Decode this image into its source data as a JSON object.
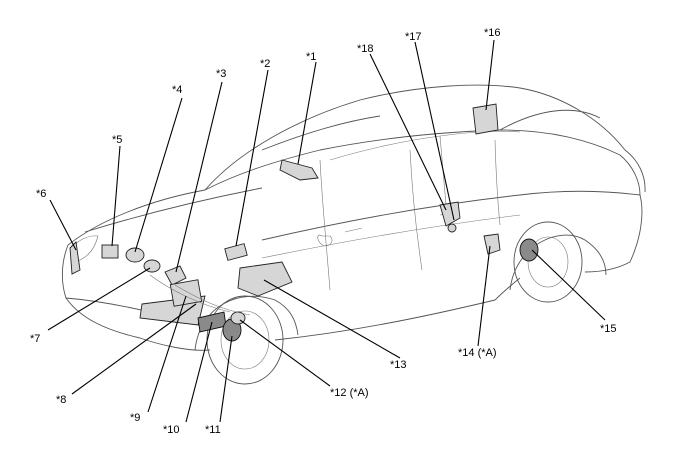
{
  "callouts": {
    "c1": "*1",
    "c2": "*2",
    "c3": "*3",
    "c4": "*4",
    "c5": "*5",
    "c6": "*6",
    "c7": "*7",
    "c8": "*8",
    "c9": "*9",
    "c10": "*10",
    "c11": "*11",
    "c12": "*12 (*A)",
    "c13": "*13",
    "c14": "*14 (*A)",
    "c15": "*15",
    "c16": "*16",
    "c17": "*17",
    "c18": "*18"
  }
}
